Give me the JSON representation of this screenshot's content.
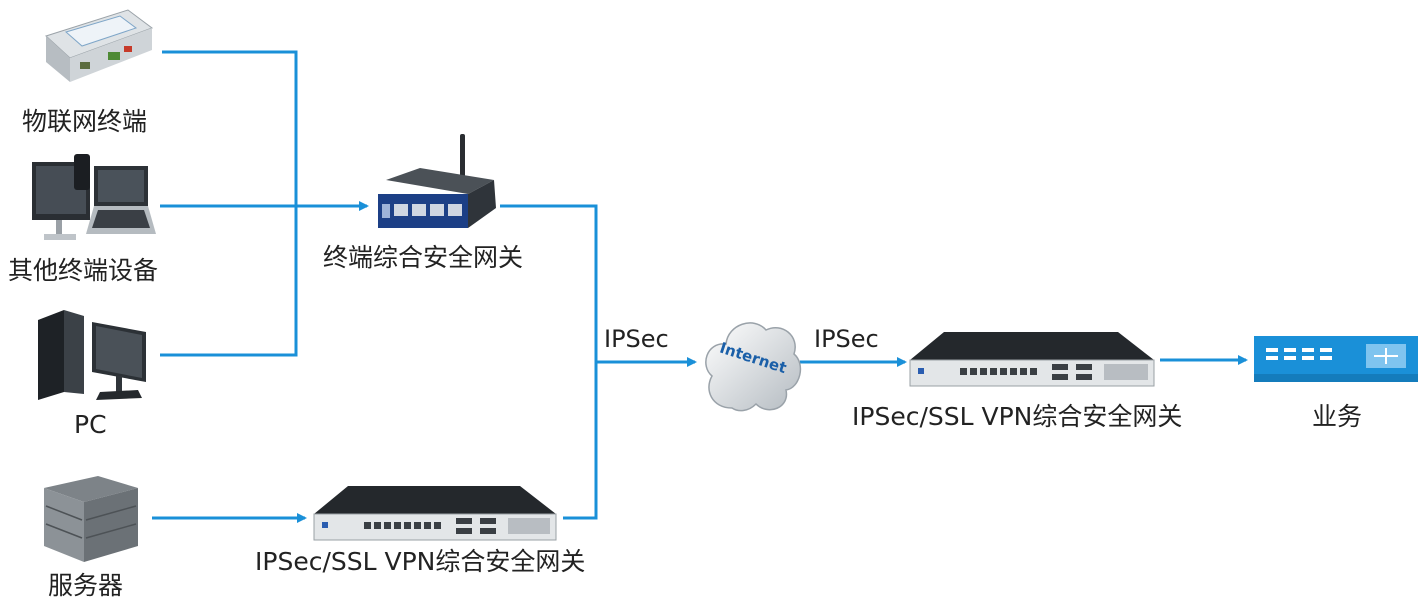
{
  "colors": {
    "line": "#1a90d8",
    "text": "#222222"
  },
  "nodes": {
    "iot": {
      "label": "物联网终端",
      "icon": "iot-terminal-icon"
    },
    "other": {
      "label": "其他终端设备",
      "icon": "laptop-monitor-phone-icon"
    },
    "pc": {
      "label": "PC",
      "icon": "desktop-pc-icon"
    },
    "server": {
      "label": "服务器",
      "icon": "server-rack-icon"
    },
    "terminal_gw": {
      "label": "终端综合安全网关",
      "icon": "router-with-antenna-icon"
    },
    "vpn_gw_bottom": {
      "label": "IPSec/SSL VPN综合安全网关",
      "icon": "rack-gateway-icon"
    },
    "internet": {
      "label": "Internet",
      "icon": "cloud-icon"
    },
    "vpn_gw_right": {
      "label": "IPSec/SSL VPN综合安全网关",
      "icon": "rack-gateway-icon"
    },
    "business": {
      "label": "业务",
      "icon": "switch-panel-icon"
    }
  },
  "edges": {
    "ipsec_left": "IPSec",
    "ipsec_right": "IPSec"
  }
}
